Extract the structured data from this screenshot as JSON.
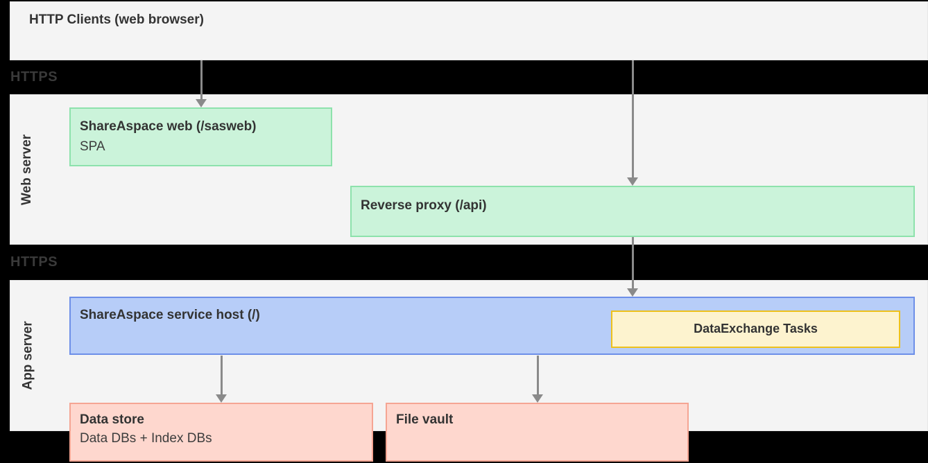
{
  "bands": {
    "http_clients": {
      "label": "HTTP Clients (web browser)"
    },
    "https_top": {
      "label": "HTTPS"
    },
    "web_server": {
      "label": "Web server"
    },
    "https_mid": {
      "label": "HTTPS"
    },
    "app_server": {
      "label": "App server"
    }
  },
  "nodes": {
    "shareaspace_web": {
      "title": "ShareAspace web (/sasweb)",
      "subtitle": "SPA"
    },
    "reverse_proxy": {
      "title": "Reverse proxy (/api)"
    },
    "service_host": {
      "title": "ShareAspace service host (/)"
    },
    "dataexchange_tasks": {
      "title": "DataExchange Tasks"
    },
    "data_store": {
      "title": "Data store",
      "subtitle": "Data DBs + Index DBs"
    },
    "file_vault": {
      "title": "File vault"
    }
  },
  "colors": {
    "band_bg": "#f4f4f4",
    "separator_bg": "#000000",
    "separator_label": "#3a3a3a",
    "text": "#333333",
    "green_fill": "#cbf3da",
    "green_border": "#8de2ac",
    "blue_fill": "#b7cdf8",
    "blue_border": "#6d8fe8",
    "yellow_fill": "#fdf3cf",
    "yellow_border": "#eec11b",
    "pink_fill": "#fed7ce",
    "pink_border": "#f5a593",
    "arrow": "#8a8a8a"
  }
}
